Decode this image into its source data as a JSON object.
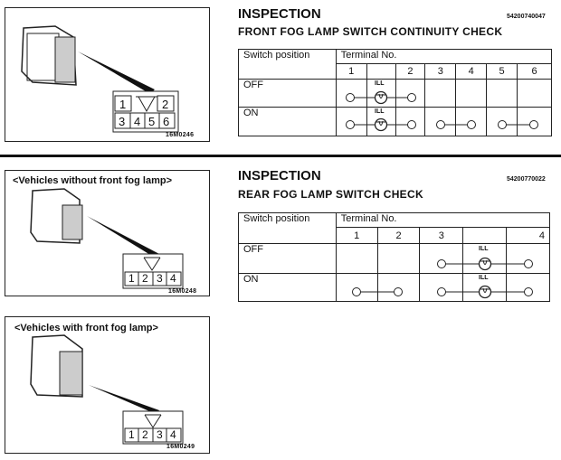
{
  "figures": [
    {
      "caption": "",
      "code": "16M0246",
      "terminals_top": [
        "1",
        "2"
      ],
      "terminals_bottom": [
        "3",
        "4",
        "5",
        "6"
      ]
    },
    {
      "caption": "<Vehicles without front fog lamp>",
      "code": "16M0248",
      "terminals": [
        "1",
        "2",
        "3",
        "4"
      ]
    },
    {
      "caption": "<Vehicles with front fog lamp>",
      "code": "16M0249",
      "terminals": [
        "1",
        "2",
        "3",
        "4"
      ]
    }
  ],
  "front": {
    "heading": "INSPECTION",
    "code": "54200740047",
    "title": "FRONT FOG LAMP SWITCH CONTINUITY CHECK",
    "col_switch": "Switch position",
    "col_terminal": "Terminal No.",
    "terminals": [
      "1",
      "",
      "2",
      "3",
      "4",
      "5",
      "6"
    ],
    "rows": [
      {
        "position": "OFF"
      },
      {
        "position": "ON"
      }
    ],
    "ill_label": "ILL"
  },
  "rear": {
    "heading": "INSPECTION",
    "code": "54200770022",
    "title": "REAR FOG LAMP SWITCH CHECK",
    "col_switch": "Switch position",
    "col_terminal": "Terminal No.",
    "terminals": [
      "1",
      "2",
      "3",
      "",
      "4"
    ],
    "rows": [
      {
        "position": "OFF"
      },
      {
        "position": "ON"
      }
    ],
    "ill_label": "ILL"
  }
}
